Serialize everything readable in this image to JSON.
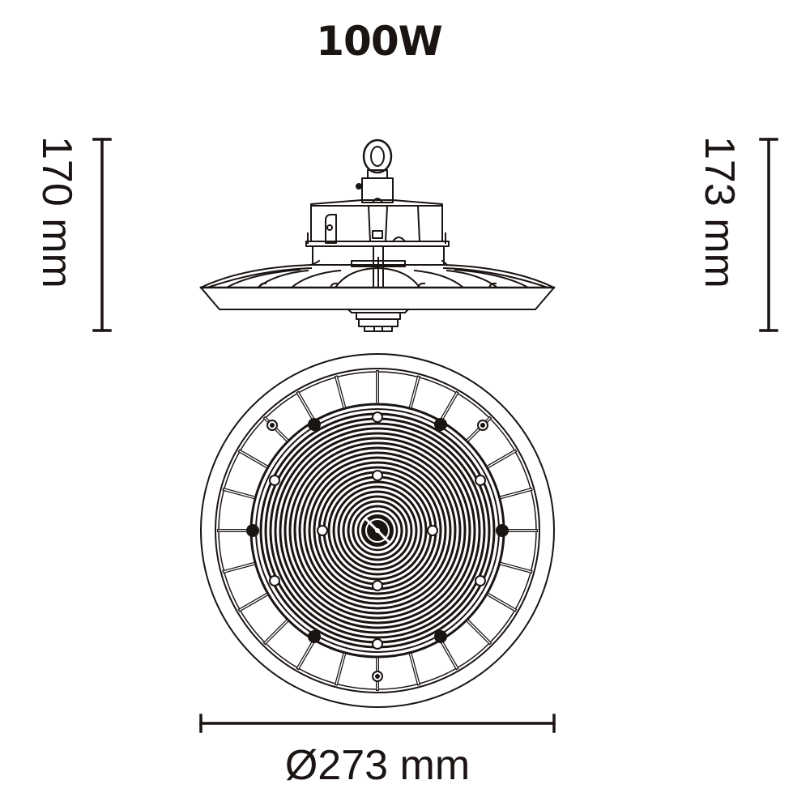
{
  "title": "100W",
  "dimensions": {
    "height_left": {
      "value": 170,
      "unit": "mm",
      "label": "170 mm"
    },
    "height_right": {
      "value": 173,
      "unit": "mm",
      "label": "173 mm"
    },
    "diameter": {
      "value": 273,
      "unit": "mm",
      "label": "Ø273 mm"
    }
  },
  "views": {
    "side_view": {
      "name": "UFO high bay side elevation",
      "features": [
        "eye-bolt hook",
        "driver housing",
        "heat-sink fins",
        "lens rim",
        "bottom connector"
      ]
    },
    "bottom_view": {
      "name": "UFO high bay bottom view",
      "features": [
        "outer rim",
        "radial fin ring",
        "6 mounting screws",
        "concentric LED rings",
        "center sensor"
      ]
    }
  },
  "colors": {
    "line": "#1a1412",
    "background": "#ffffff"
  }
}
